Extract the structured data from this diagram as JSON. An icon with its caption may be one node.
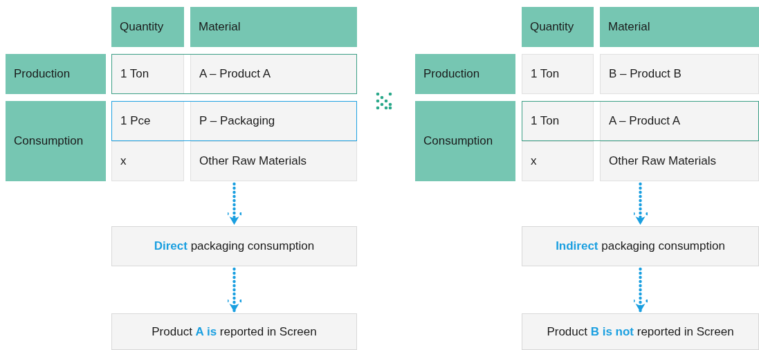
{
  "diagram": {
    "nodes": [
      {
        "text": [],
        "shape": "box"
      },
      {
        "text": [
          "Quantity"
        ],
        "in": 0
      },
      {
        "text": [
          "Material"
        ],
        "in": 0
      },
      {
        "text": [
          "Production"
        ],
        "in": 0
      },
      {
        "text": [
          "1 Ton"
        ],
        "in": 0
      },
      {
        "text": [
          "A – Product A"
        ],
        "in": 0
      },
      {
        "text": [
          "Consumption"
        ],
        "in": 0
      },
      {
        "text": [
          "1 Pce"
        ],
        "in": 0
      },
      {
        "text": [
          "P – Packaging"
        ],
        "in": 0
      },
      {
        "text": [
          "x"
        ],
        "in": 0
      },
      {
        "text": [
          "Other Raw Materials"
        ],
        "in": 0
      },
      {
        "text": [],
        "shape": "box"
      },
      {
        "text": [
          "Quantity"
        ],
        "in": 11
      },
      {
        "text": [
          "Material"
        ],
        "in": 11
      },
      {
        "text": [
          "Production"
        ],
        "in": 11
      },
      {
        "text": [
          "1 Ton"
        ],
        "in": 11
      },
      {
        "text": [
          "B – Product B"
        ],
        "in": 11
      },
      {
        "text": [
          "Consumption"
        ],
        "in": 11
      },
      {
        "text": [
          "1 Ton"
        ],
        "in": 11
      },
      {
        "text": [
          "A – Product A"
        ],
        "in": 11
      },
      {
        "text": [
          "x"
        ],
        "in": 11
      },
      {
        "text": [
          "Other Raw Materials"
        ],
        "in": 11
      },
      {
        "text": [
          "**Direct** packaging consumption"
        ]
      },
      {
        "text": [
          "Product **A is** reported in Screen"
        ]
      },
      {
        "text": [
          "**Indirect** packaging consumption"
        ]
      },
      {
        "text": [
          "Product **B is not** reported in Screen"
        ]
      }
    ],
    "edges": [
      {
        "from": 0,
        "to": 22,
        "arrow": "to",
        "style": "dashed"
      },
      {
        "from": 22,
        "to": 23,
        "arrow": "to",
        "style": "dashed"
      },
      {
        "from": 11,
        "to": 24,
        "arrow": "to",
        "style": "dashed"
      },
      {
        "from": 24,
        "to": 25,
        "arrow": "to",
        "style": "dashed"
      }
    ]
  }
}
